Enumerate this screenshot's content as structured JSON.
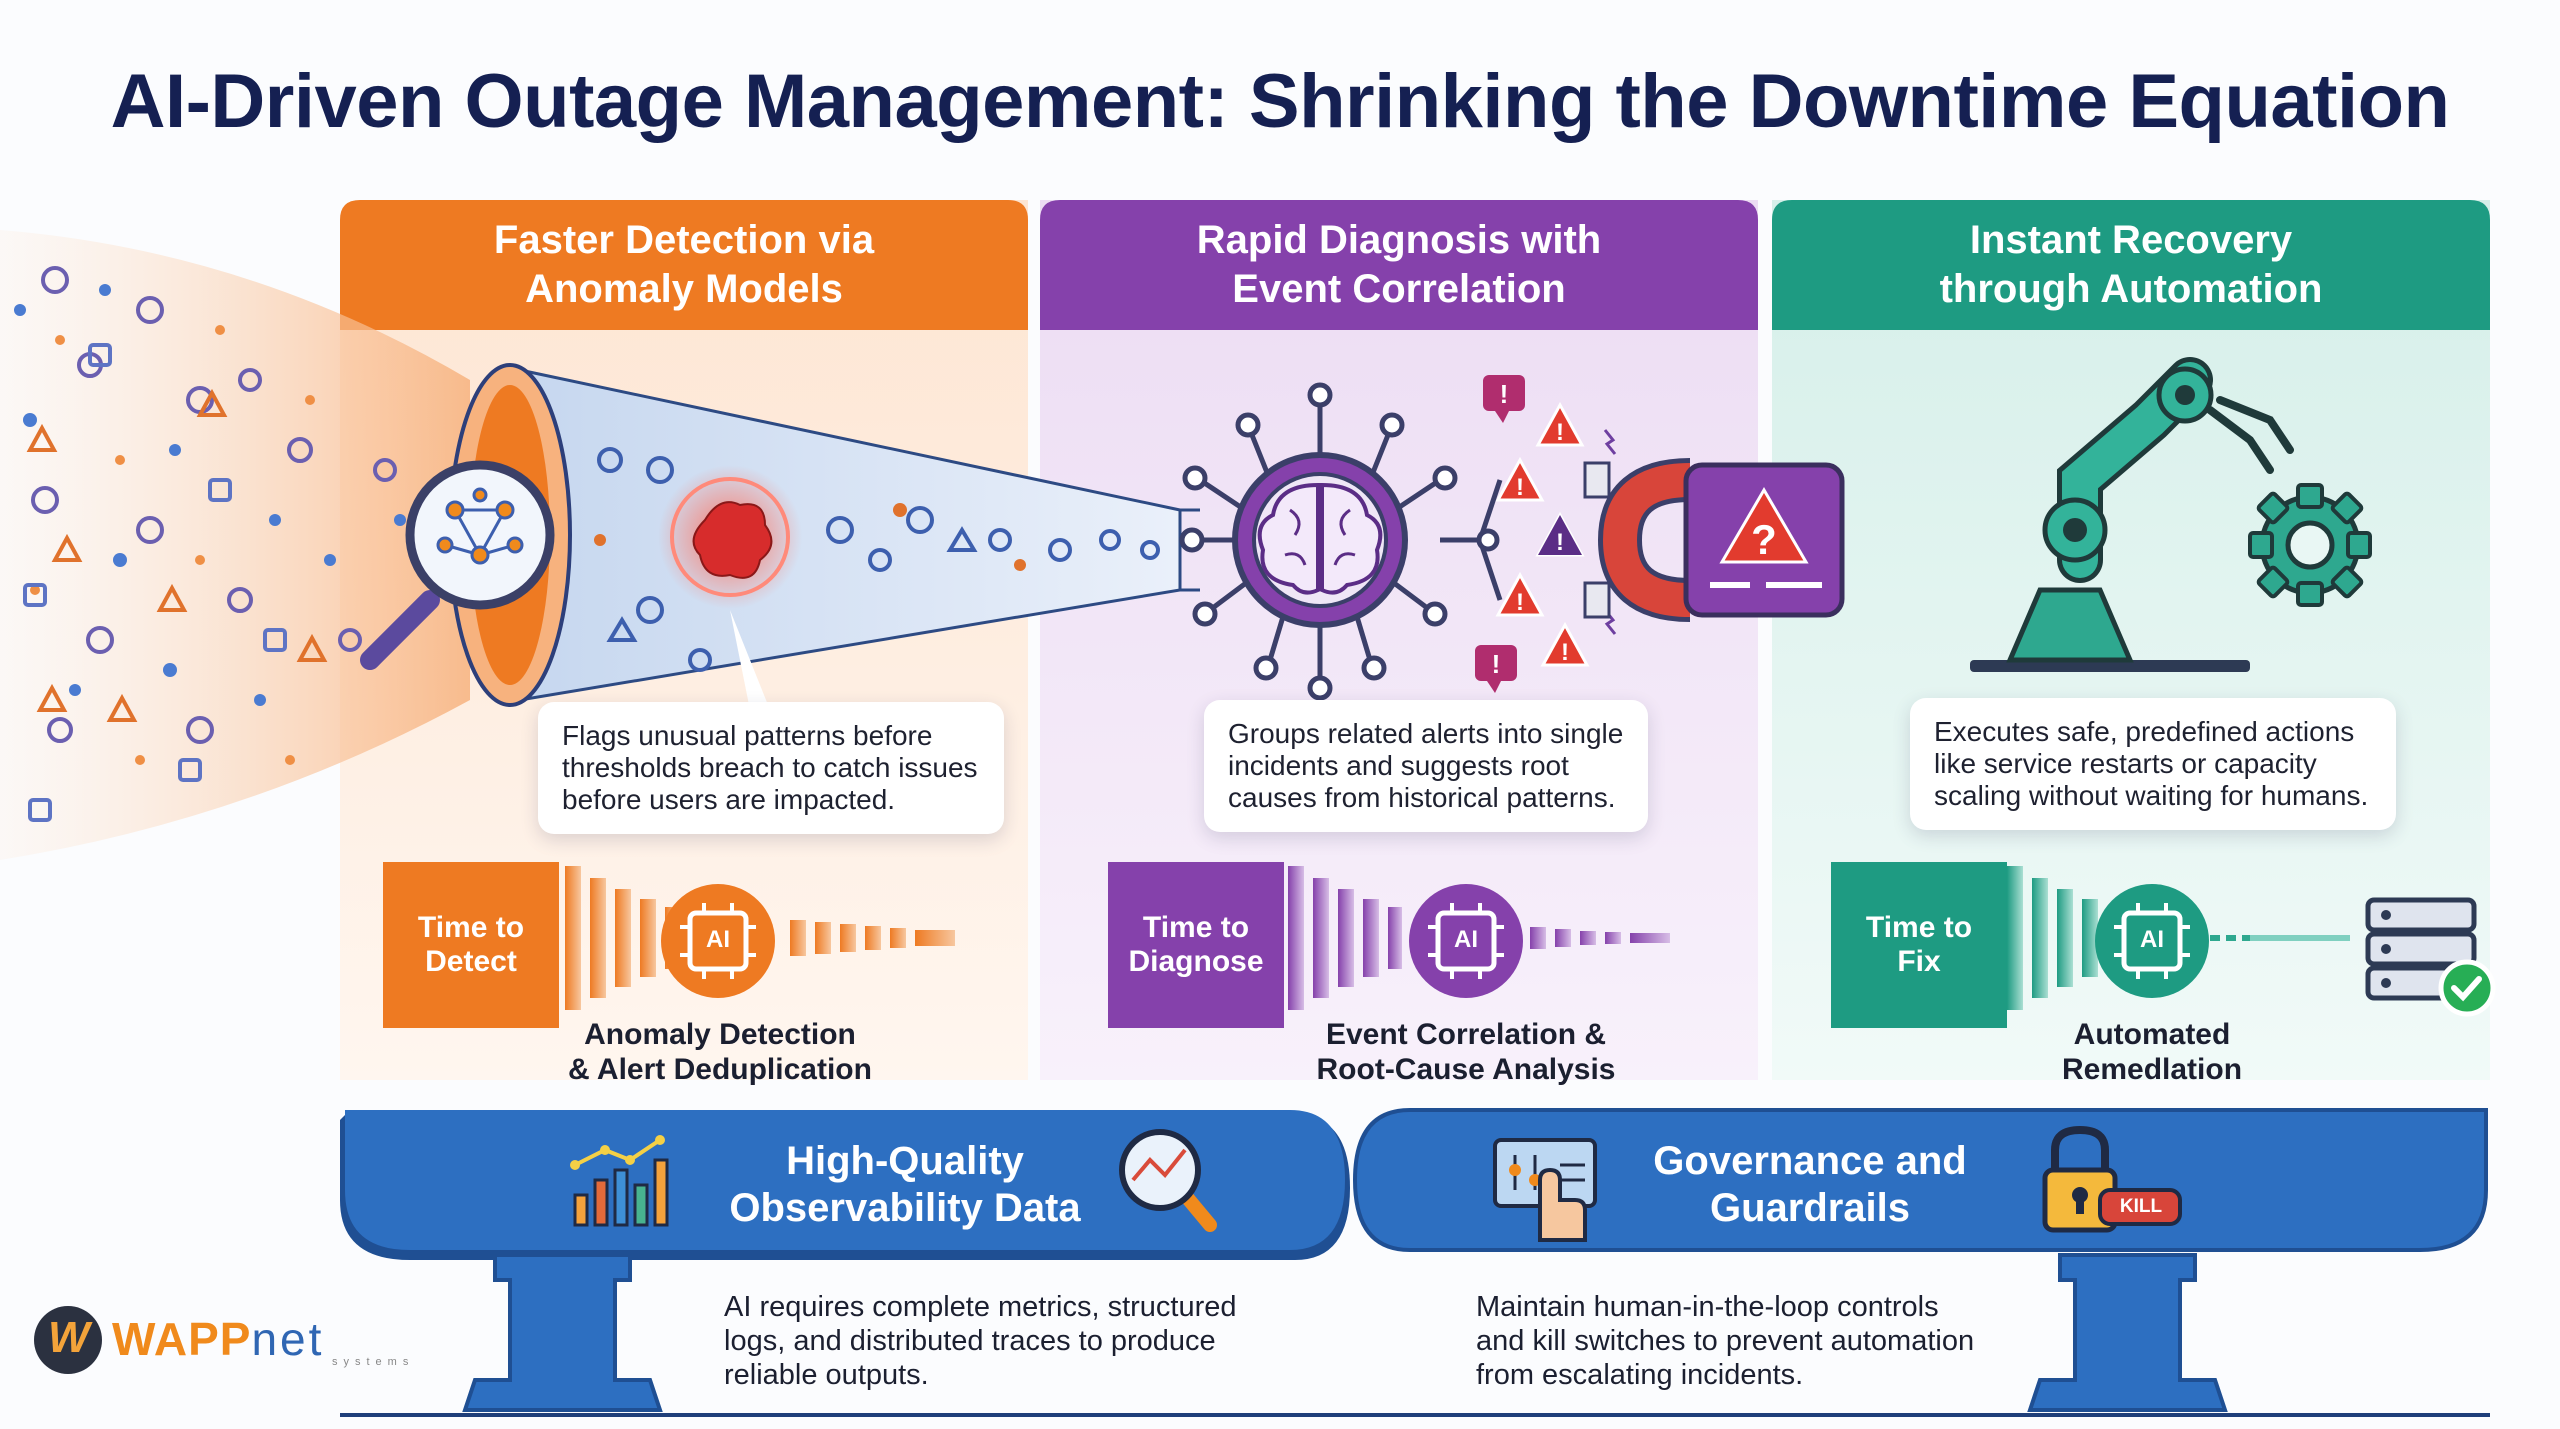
{
  "title": "AI-Driven Outage Management: Shrinking the Downtime Equation",
  "colors": {
    "detect": "#ee7a22",
    "diagnose": "#8541ab",
    "recover": "#1e9b82",
    "banner": "#2d6fc1",
    "title": "#152052"
  },
  "columns": [
    {
      "heading_line1": "Faster Detection via",
      "heading_line2": "Anomaly Models",
      "callout": [
        "Flags unusual patterns before",
        "thresholds breach to catch issues",
        "before users are impacted."
      ],
      "time_label_line1": "Time to",
      "time_label_line2": "Detect",
      "chip": "AI",
      "caption_line1": "Anomaly Detection",
      "caption_line2": "& Alert Deduplication",
      "icons": [
        "magnifier-network-icon",
        "anomaly-blob-icon",
        "funnel-icon"
      ]
    },
    {
      "heading_line1": "Rapid Diagnosis with",
      "heading_line2": "Event Correlation",
      "callout": [
        "Groups related alerts into single",
        "incidents and suggests root",
        "causes from historical patterns."
      ],
      "time_label_line1": "Time to",
      "time_label_line2": "Diagnose",
      "chip": "AI",
      "caption_line1": "Event Correlation &",
      "caption_line2": "Root-Cause Analysis",
      "incident_symbol": "?",
      "icons": [
        "ai-brain-icon",
        "warning-icon",
        "magnet-icon",
        "incident-alert-icon"
      ]
    },
    {
      "heading_line1": "Instant Recovery",
      "heading_line2": "through Automation",
      "callout": [
        "Executes safe, predefined actions",
        "like service restarts or capacity",
        "scaling without waiting for humans."
      ],
      "time_label_line1": "Time to",
      "time_label_line2": "Fix",
      "chip": "AI",
      "caption_line1": "Automated",
      "caption_line2": "Remedlation",
      "icons": [
        "robot-arm-icon",
        "gear-icon",
        "server-check-icon"
      ]
    }
  ],
  "banners": [
    {
      "title_line1": "High-Quality",
      "title_line2": "Observability Data",
      "description": [
        "AI requires complete metrics, structured",
        "logs, and distributed traces to produce",
        "reliable outputs."
      ],
      "icons": [
        "bar-chart-icon",
        "magnifier-chart-icon"
      ]
    },
    {
      "title_line1": "Governance and",
      "title_line2": "Guardrails",
      "description": [
        "Maintain human-in-the-loop controls",
        "and kill switches to prevent automation",
        "from escalating incidents."
      ],
      "kill_tag": "KILL",
      "icons": [
        "touch-panel-icon",
        "padlock-icon"
      ]
    }
  ],
  "logo": {
    "part1": "WAPP",
    "part2": "net",
    "sub": "systems",
    "badge": "W"
  }
}
